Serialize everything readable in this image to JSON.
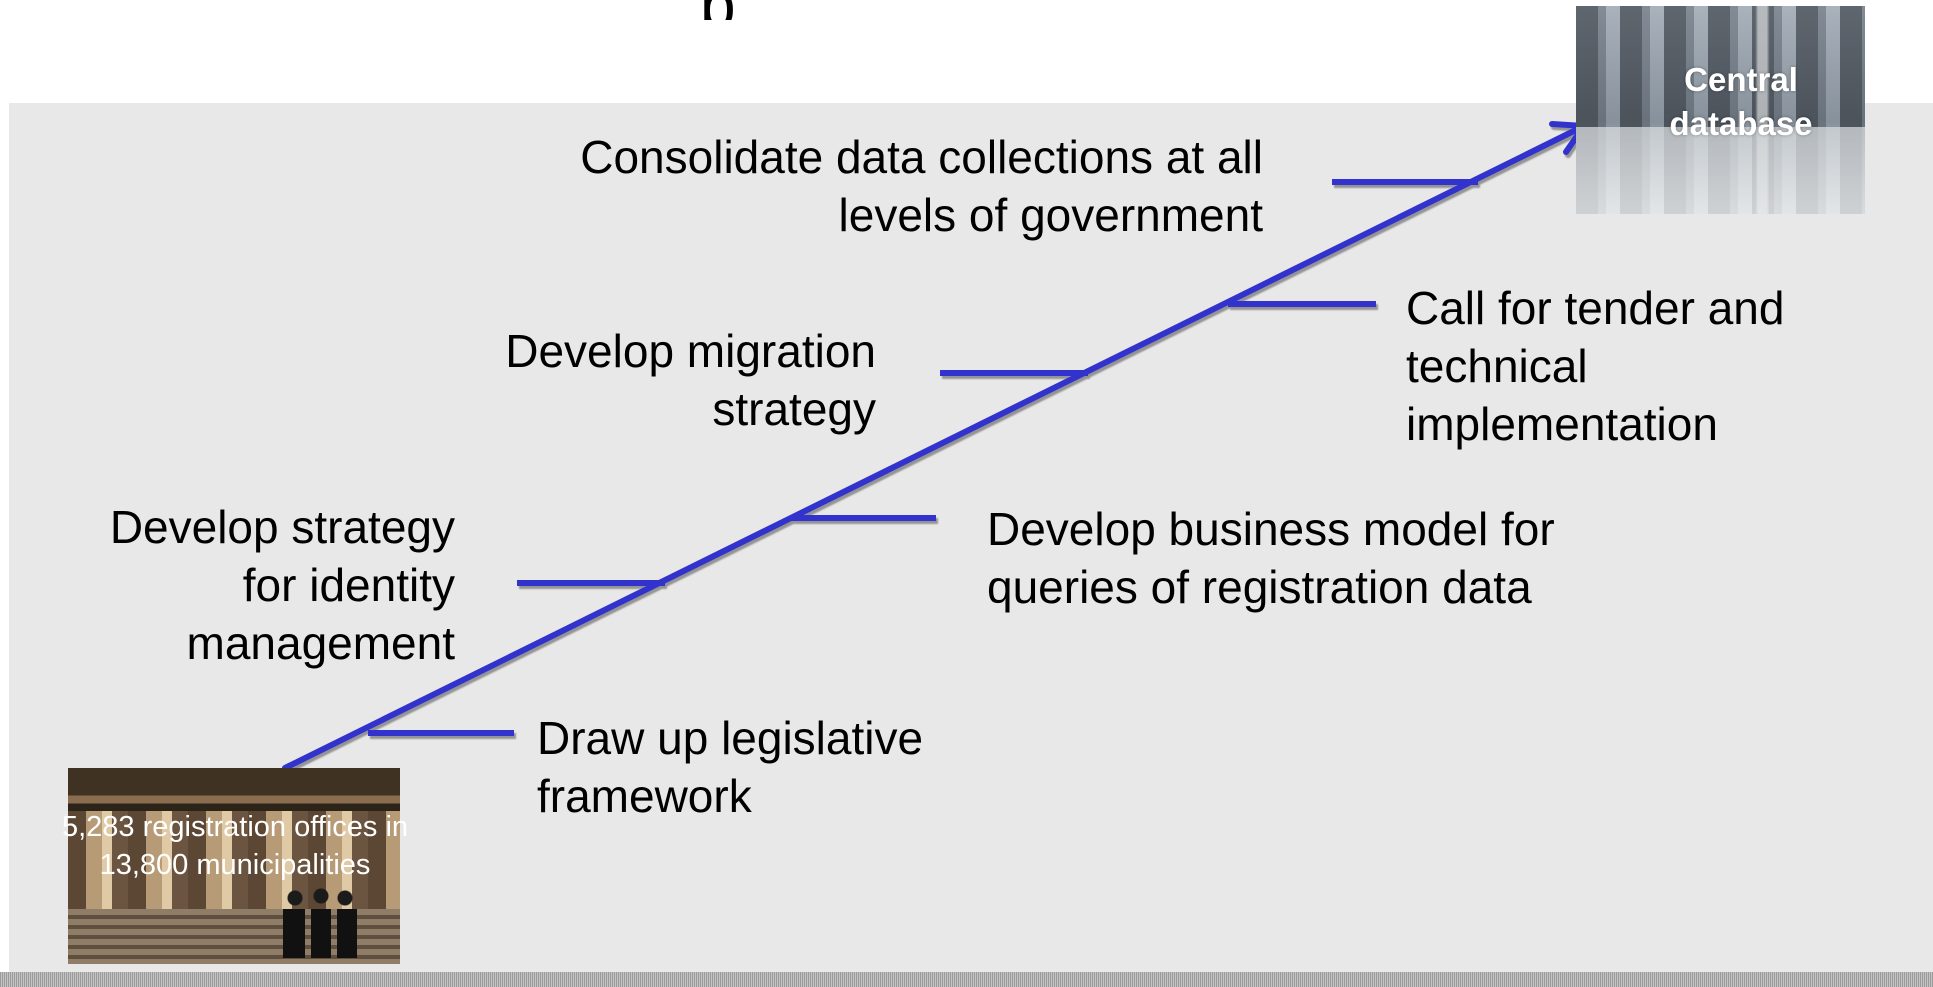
{
  "diagram": {
    "start": {
      "caption": "5,283 registration offices in\n13,800 municipalities",
      "icon": "building-photo"
    },
    "end": {
      "caption": "Central\ndatabase",
      "icon": "server-room-photo"
    },
    "steps": [
      {
        "label": "Draw up legislative\nframework",
        "side": "right"
      },
      {
        "label": "Develop strategy\nfor identity\nmanagement",
        "side": "left"
      },
      {
        "label": "Develop business model for\nqueries of registration data",
        "side": "right"
      },
      {
        "label": "Develop migration\nstrategy",
        "side": "left"
      },
      {
        "label": "Call for tender and\ntechnical\nimplementation",
        "side": "right"
      },
      {
        "label": "Consolidate data collections at all\nlevels of government",
        "side": "left"
      }
    ],
    "colors": {
      "arrow": "#3333cc",
      "panel": "#e8e8e8",
      "text": "#000000"
    }
  }
}
